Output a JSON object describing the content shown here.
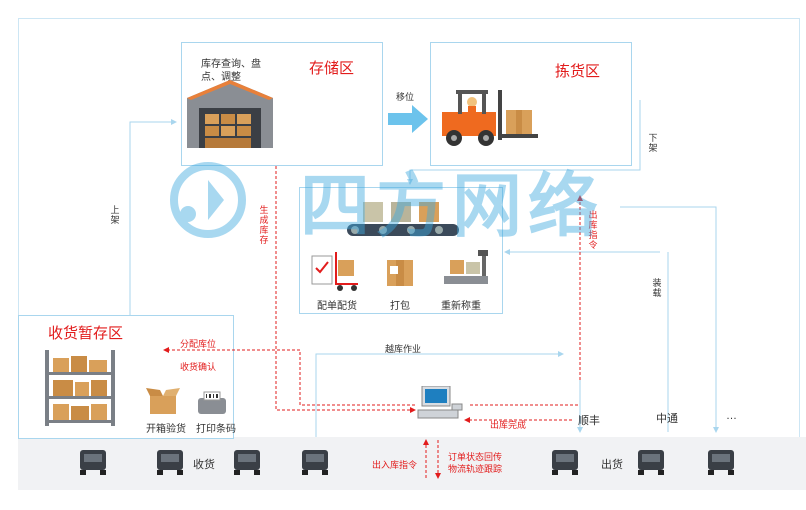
{
  "storage": {
    "title": "存储区",
    "desc_line1": "库存查询、盘",
    "desc_line2": "点、调整"
  },
  "picking": {
    "title": "拣货区"
  },
  "receiving": {
    "title": "收货暂存区"
  },
  "arrows": {
    "move": "移位",
    "unshelve": "下架",
    "shelve": "上架",
    "gen_stock": "生成库存",
    "out_cmd": "出库指令",
    "load": "装载",
    "assign_loc": "分配库位",
    "receipt_confirm": "收货确认",
    "cross_dock": "越库作业",
    "out_done": "出库完成",
    "in_out_cmd": "出入库指令",
    "status_line1": "订单状态回传",
    "status_line2": "物流轨迹跟踪"
  },
  "process": {
    "match": "配单配货",
    "pack": "打包",
    "reweigh": "重新称重"
  },
  "receiving_steps": {
    "open_check": "开箱验货",
    "print_barcode": "打印条码"
  },
  "couriers": {
    "sf": "顺丰",
    "zt": "中通",
    "more": "…"
  },
  "bottom": {
    "receive": "收货",
    "ship": "出货"
  },
  "watermark": "四方网络",
  "colors": {
    "line": "#a9d6ee",
    "red": "#e21c1c",
    "accent": "#3fa9e0"
  }
}
